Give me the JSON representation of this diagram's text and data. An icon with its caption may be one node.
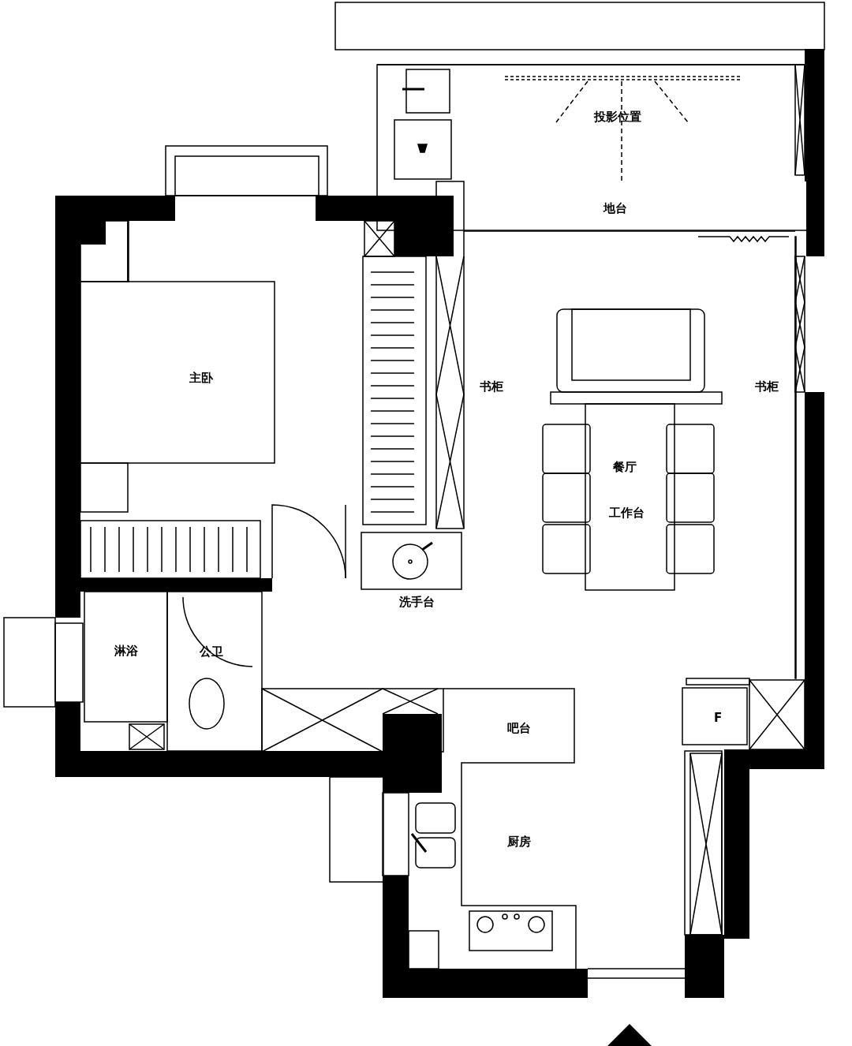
{
  "diagram": {
    "labels": [
      "投影位置",
      "地台",
      "主卧",
      "书柜",
      "书柜",
      "餐厅",
      "工作台",
      "洗手台",
      "淋浴",
      "公卫",
      "吧台",
      "F",
      "厨房"
    ]
  }
}
